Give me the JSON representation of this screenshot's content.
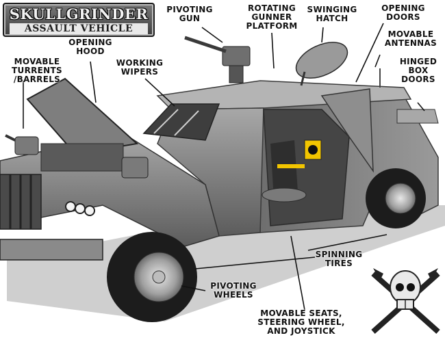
{
  "logo": {
    "title": "SKULLGRINDER",
    "subtitle": "ASSAULT VEHICLE"
  },
  "callouts": [
    {
      "name": "pivoting-gun",
      "text": "PIVOTING\nGUN"
    },
    {
      "name": "rotating-gunner-platform",
      "text": "ROTATING\nGUNNER\nPLATFORM"
    },
    {
      "name": "swinging-hatch",
      "text": "SWINGING\nHATCH"
    },
    {
      "name": "opening-doors",
      "text": "OPENING\nDOORS"
    },
    {
      "name": "movable-antennas",
      "text": "MOVABLE\nANTENNAS"
    },
    {
      "name": "opening-hood",
      "text": "OPENING\nHOOD"
    },
    {
      "name": "movable-turrents-barrels",
      "text": "MOVABLE\nTURRENTS\n/BARRELS"
    },
    {
      "name": "working-wipers",
      "text": "WORKING\nWIPERS"
    },
    {
      "name": "hinged-box-doors",
      "text": "HINGED\nBOX\nDOORS"
    },
    {
      "name": "spinning-tires",
      "text": "SPINNING\nTIRES"
    },
    {
      "name": "pivoting-wheels",
      "text": "PIVOTING\nWHEELS"
    },
    {
      "name": "movable-seats",
      "text": "MOVABLE SEATS,\nSTEERING WHEEL,\nAND JOYSTICK"
    }
  ],
  "icons": {
    "vehicle": "armored-vehicle-render",
    "emblem": "skull-crossed-guns-icon",
    "hazard": "radiation-symbol-icon"
  },
  "colors": {
    "body": "#8c8c8c",
    "body_dark": "#5a5a5a",
    "tire": "#1c1c1c",
    "hazard": "#f2c500",
    "background": "#ffffff"
  }
}
